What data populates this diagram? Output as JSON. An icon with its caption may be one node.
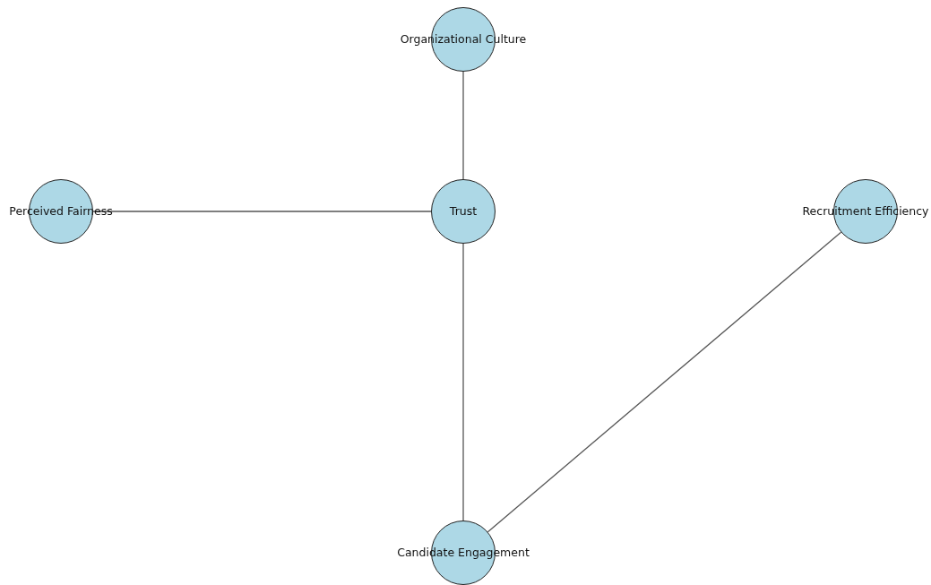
{
  "diagram": {
    "nodes": [
      {
        "text": [
          "Organizational Culture"
        ]
      },
      {
        "text": [
          "Perceived Fairness"
        ]
      },
      {
        "text": [
          "Trust"
        ]
      },
      {
        "text": [
          "Recruitment Efficiency"
        ]
      },
      {
        "text": [
          "Candidate Engagement"
        ]
      }
    ],
    "edges": [
      {
        "from": 0,
        "to": 2,
        "arrow": "none"
      },
      {
        "from": 1,
        "to": 2,
        "arrow": "none"
      },
      {
        "from": 2,
        "to": 4,
        "arrow": "none"
      },
      {
        "from": 3,
        "to": 4,
        "arrow": "none"
      }
    ]
  }
}
